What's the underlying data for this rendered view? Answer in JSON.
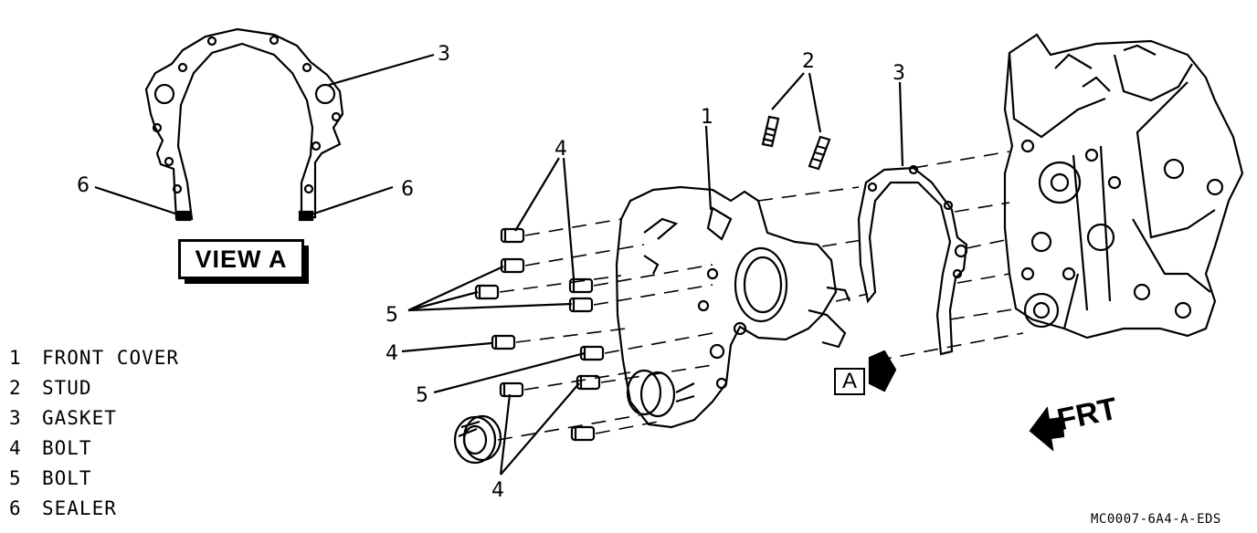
{
  "view_label": "VIEW A",
  "view_arrow_letter": "A",
  "direction_label": "FRT",
  "figure_code": "MC0007-6A4-A-EDS",
  "legend": [
    {
      "number": "1",
      "name": "FRONT COVER"
    },
    {
      "number": "2",
      "name": "STUD"
    },
    {
      "number": "3",
      "name": "GASKET"
    },
    {
      "number": "4",
      "name": "BOLT"
    },
    {
      "number": "5",
      "name": "BOLT"
    },
    {
      "number": "6",
      "name": "SEALER"
    }
  ],
  "callouts": {
    "view_gasket": "3",
    "view_sealer_left": "6",
    "view_sealer_right": "6",
    "front_cover": "1",
    "studs": "2",
    "gasket": "3",
    "bolts_upper": "4",
    "bolts_group": "5",
    "bolt_single": "4",
    "bolt_lower": "5",
    "bolts_lower": "4"
  }
}
